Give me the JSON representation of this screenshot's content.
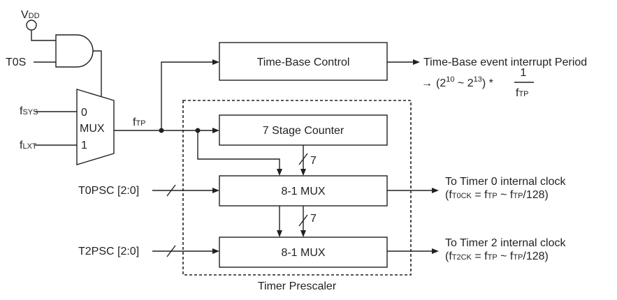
{
  "diagram": {
    "vdd": {
      "main": "V",
      "sub": "DD"
    },
    "t0s": "T0S",
    "fsys": {
      "main": "f",
      "sub": "SYS"
    },
    "flxt": {
      "main": "f",
      "sub": "LXT"
    },
    "mux": {
      "label": "MUX",
      "in0": "0",
      "in1": "1"
    },
    "ftp": {
      "main": "f",
      "sub": "TP"
    },
    "time_base_control": "Time-Base Control",
    "time_base_output": "Time-Base event interrupt Period",
    "period_formula": {
      "arrow": "→",
      "open": "(2",
      "exp1": "10",
      "tilde": " ~ 2",
      "exp2": "13",
      "close": ") *",
      "numerator": "1",
      "den_main": "f",
      "den_sub": "TP"
    },
    "stage_counter": "7 Stage Counter",
    "bus_width_1": "7",
    "bus_width_2": "7",
    "mux1": "8-1 MUX",
    "mux2": "8-1 MUX",
    "t0psc": "T0PSC [2:0]",
    "t2psc": "T2PSC [2:0]",
    "timer0_out": {
      "line1": "To Timer 0 internal clock",
      "open": "(f",
      "sub1": "T0CK",
      "eq": " = f",
      "sub2": "TP",
      "tilde": " ~ f",
      "sub3": "TP",
      "tail": "/128)"
    },
    "timer2_out": {
      "line1": "To Timer 2 internal clock",
      "open": "(f",
      "sub1": "T2CK",
      "eq": " = f",
      "sub2": "TP",
      "tilde": " ~ f",
      "sub3": "TP",
      "tail": "/128)"
    },
    "prescaler_label": "Timer Prescaler"
  }
}
